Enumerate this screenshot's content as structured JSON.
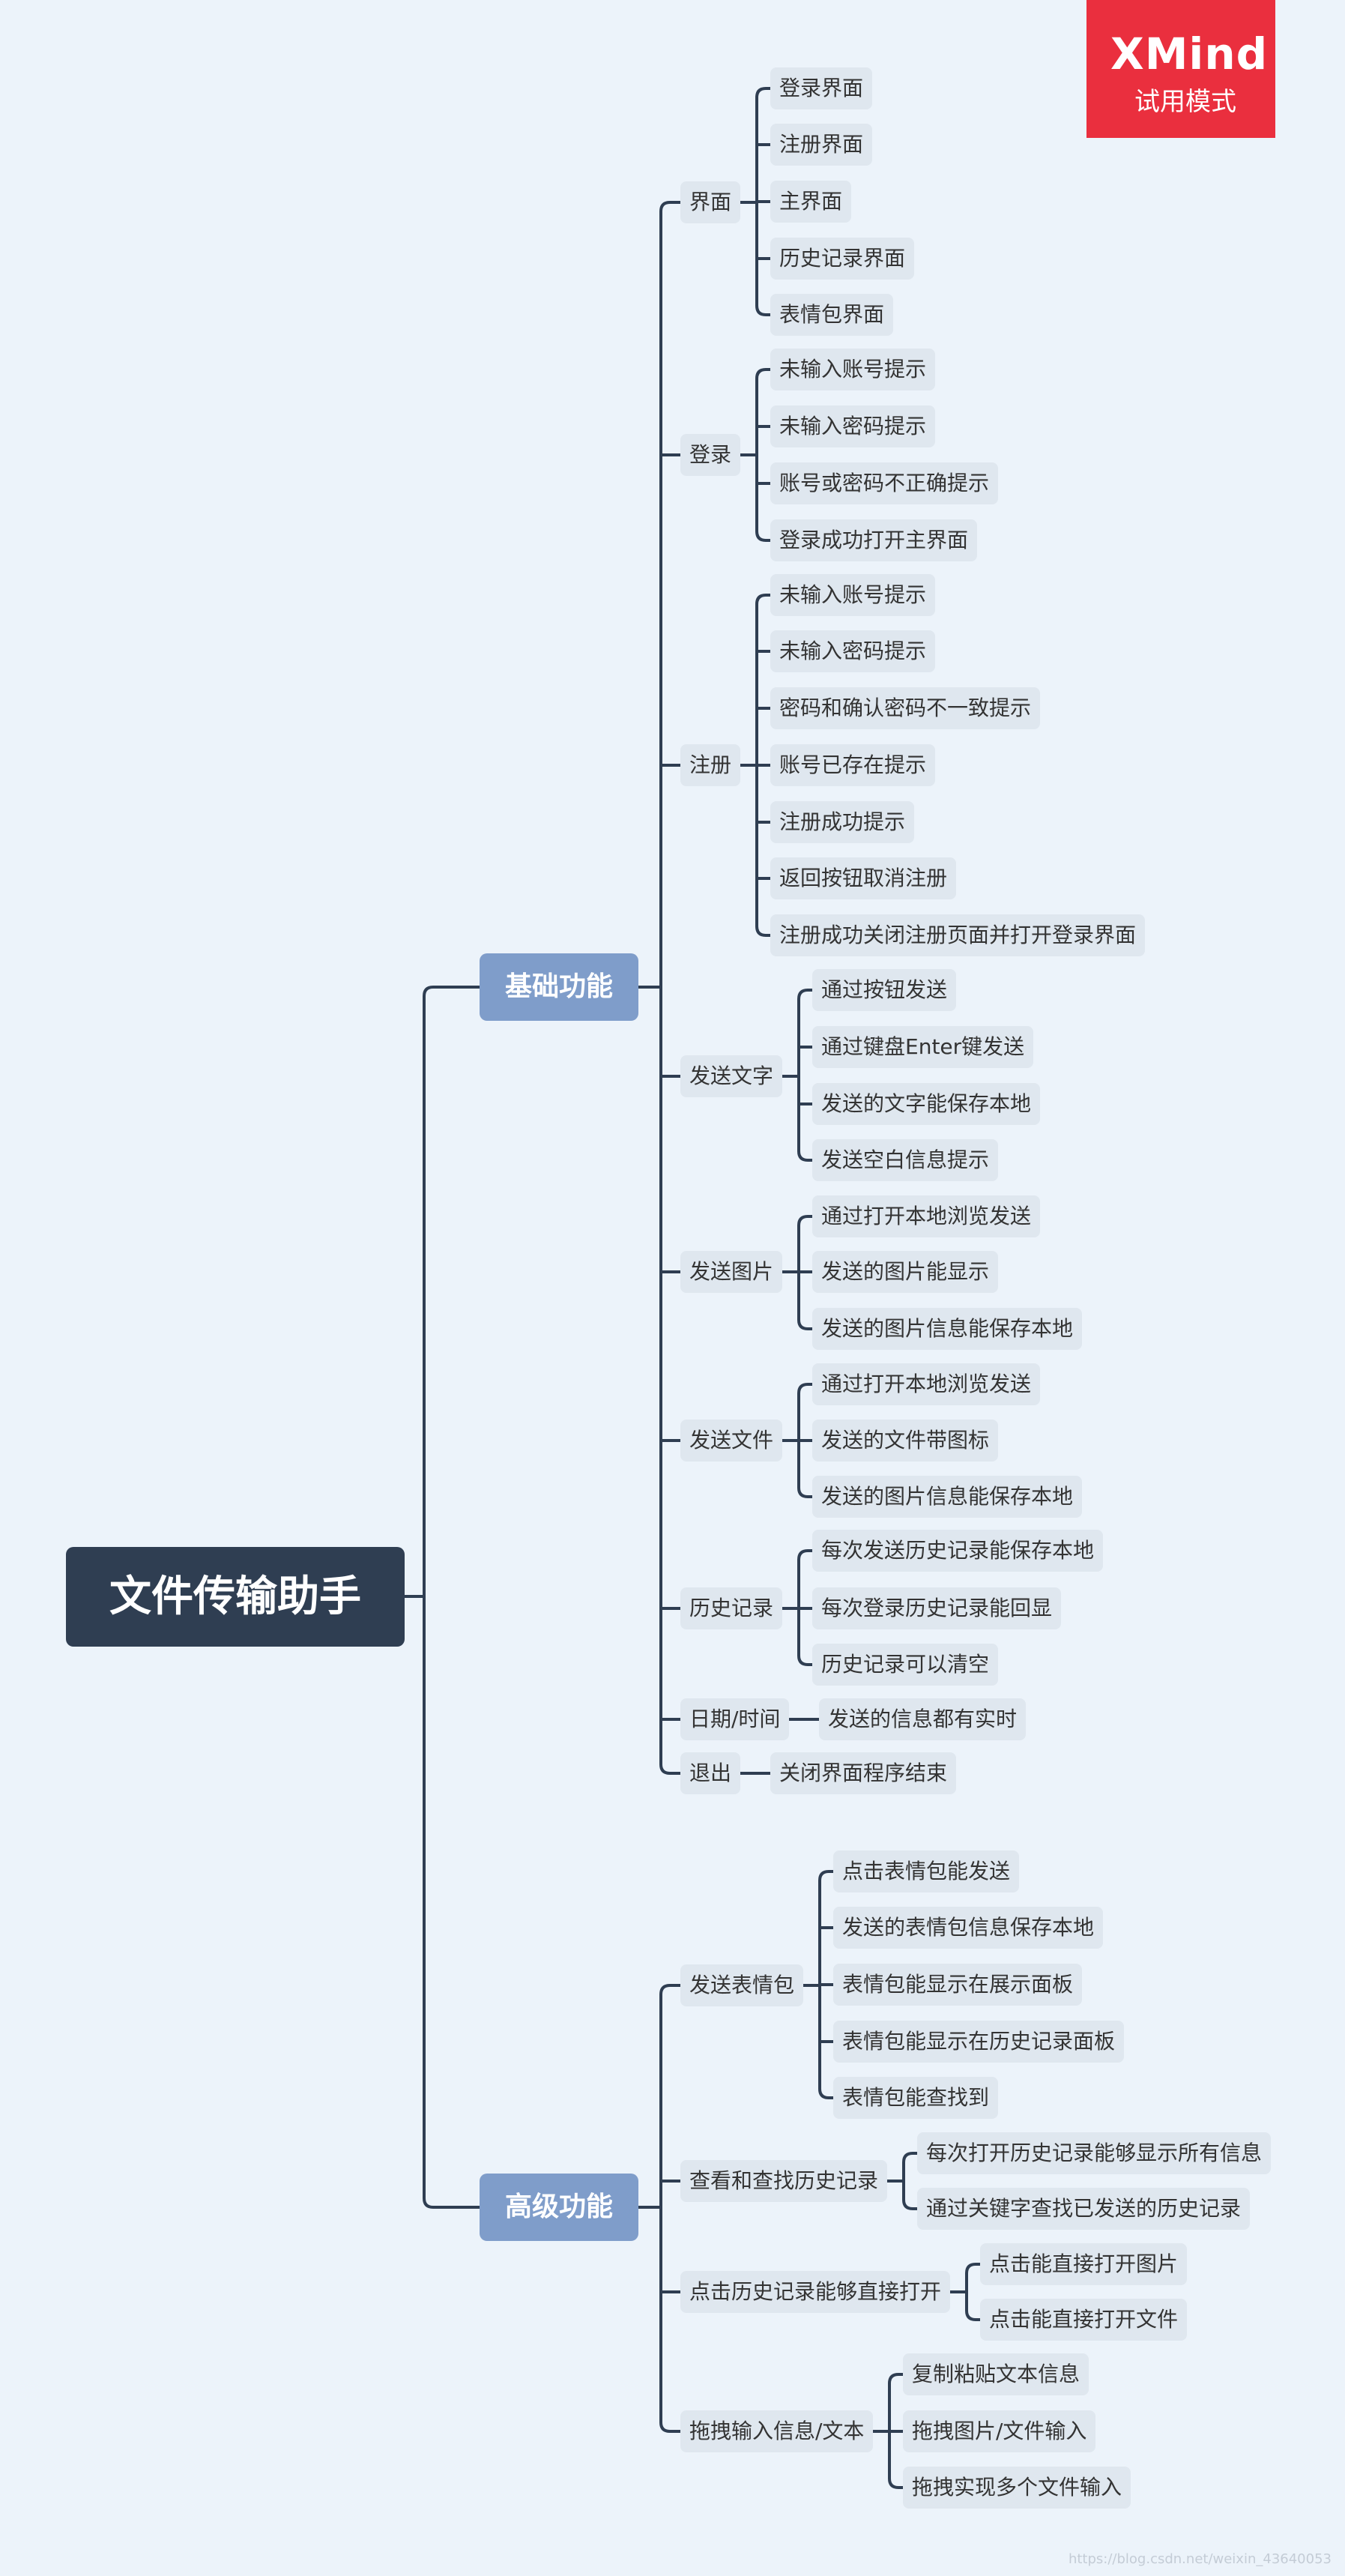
{
  "badge": {
    "brand": "XMind",
    "mode": "试用模式"
  },
  "watermark": "https://blog.csdn.net/weixin_43640053",
  "colors": {
    "background": "#ecf3fa",
    "line": "#2f3e52",
    "root": "#2f3e52",
    "branch": "#7f9dca",
    "leaf": "#dfe7ef",
    "badge": "#ea2f3e"
  },
  "mindmap": {
    "root": "文件传输助手",
    "branches": [
      {
        "label": "基础功能",
        "children": [
          {
            "label": "界面",
            "children": [
              "登录界面",
              "注册界面",
              "主界面",
              "历史记录界面",
              "表情包界面"
            ]
          },
          {
            "label": "登录",
            "children": [
              "未输入账号提示",
              "未输入密码提示",
              "账号或密码不正确提示",
              "登录成功打开主界面"
            ]
          },
          {
            "label": "注册",
            "children": [
              "未输入账号提示",
              "未输入密码提示",
              "密码和确认密码不一致提示",
              "账号已存在提示",
              "注册成功提示",
              "返回按钮取消注册",
              "注册成功关闭注册页面并打开登录界面"
            ]
          },
          {
            "label": "发送文字",
            "children": [
              "通过按钮发送",
              "通过键盘Enter键发送",
              "发送的文字能保存本地",
              "发送空白信息提示"
            ]
          },
          {
            "label": "发送图片",
            "children": [
              "通过打开本地浏览发送",
              "发送的图片能显示",
              "发送的图片信息能保存本地"
            ]
          },
          {
            "label": "发送文件",
            "children": [
              "通过打开本地浏览发送",
              "发送的文件带图标",
              "发送的图片信息能保存本地"
            ]
          },
          {
            "label": "历史记录",
            "children": [
              "每次发送历史记录能保存本地",
              "每次登录历史记录能回显",
              "历史记录可以清空"
            ]
          },
          {
            "label": "日期/时间",
            "children": [
              "发送的信息都有实时"
            ]
          },
          {
            "label": "退出",
            "children": [
              "关闭界面程序结束"
            ]
          }
        ]
      },
      {
        "label": "高级功能",
        "children": [
          {
            "label": "发送表情包",
            "children": [
              "点击表情包能发送",
              "发送的表情包信息保存本地",
              "表情包能显示在展示面板",
              "表情包能显示在历史记录面板",
              "表情包能查找到"
            ]
          },
          {
            "label": "查看和查找历史记录",
            "children": [
              "每次打开历史记录能够显示所有信息",
              "通过关键字查找已发送的历史记录"
            ]
          },
          {
            "label": "点击历史记录能够直接打开",
            "children": [
              "点击能直接打开图片",
              "点击能直接打开文件"
            ]
          },
          {
            "label": "拖拽输入信息/文本",
            "children": [
              "复制粘贴文本信息",
              "拖拽图片/文件输入",
              "拖拽实现多个文件输入"
            ]
          }
        ]
      }
    ]
  }
}
